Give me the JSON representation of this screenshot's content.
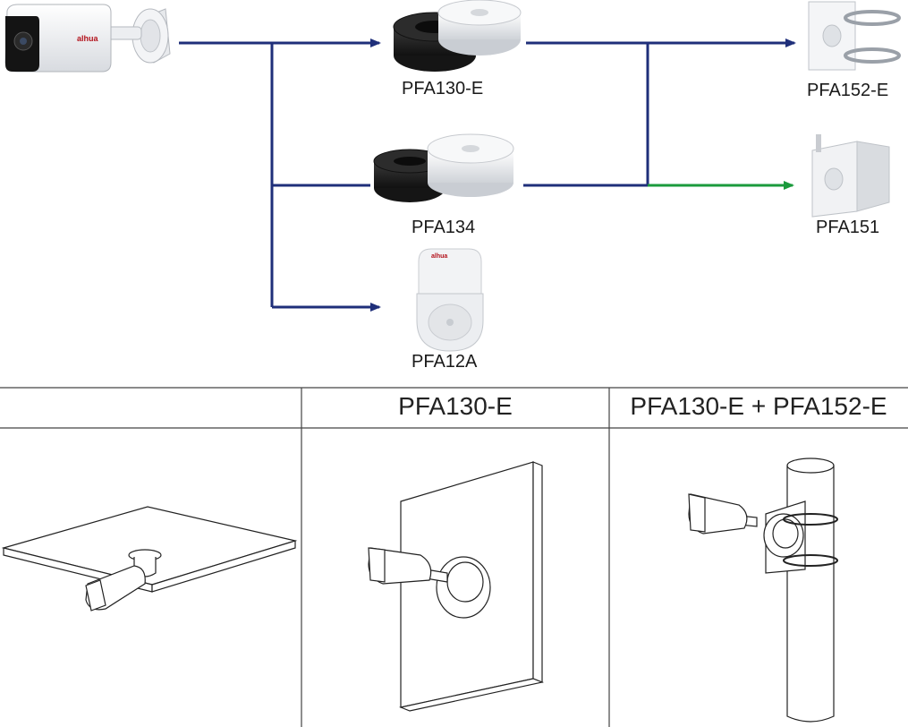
{
  "products": [
    {
      "id": "camera",
      "label": ""
    },
    {
      "id": "pfa130e",
      "label": "PFA130-E"
    },
    {
      "id": "pfa134",
      "label": "PFA134"
    },
    {
      "id": "pfa12a",
      "label": "PFA12A"
    },
    {
      "id": "pfa152e",
      "label": "PFA152-E"
    },
    {
      "id": "pfa151",
      "label": "PFA151"
    }
  ],
  "brand": "alhua",
  "table": {
    "headers": [
      "",
      "PFA130-E",
      "PFA130-E + PFA152-E"
    ]
  },
  "colors": {
    "line": "#1f2f7a",
    "green_arrow": "#1a9a3c",
    "table_border": "#444444"
  }
}
